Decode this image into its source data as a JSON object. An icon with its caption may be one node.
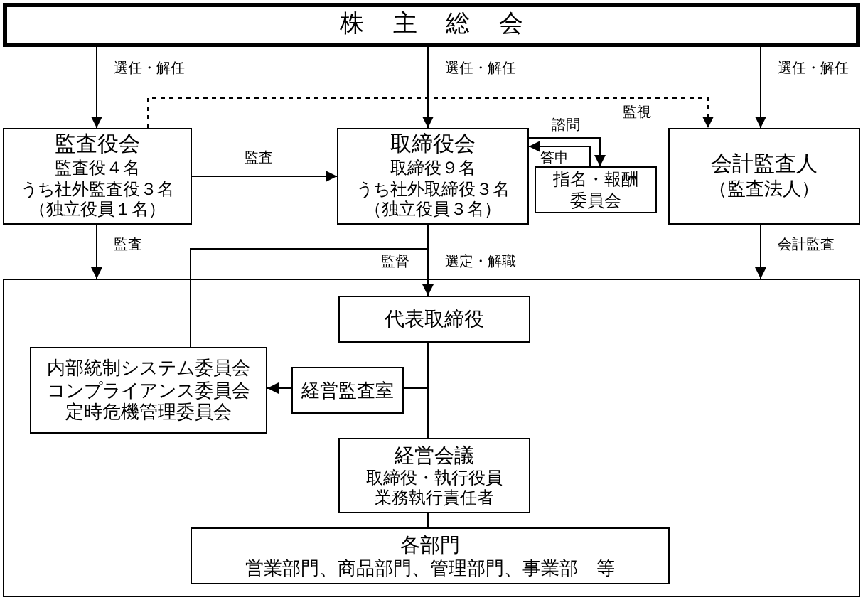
{
  "diagram": {
    "nodes": [
      {
        "text": [
          "株主総会"
        ]
      },
      {
        "text": [
          "監査役会",
          "監査役４名",
          "うち社外監査役３名",
          "（独立役員１名）"
        ]
      },
      {
        "text": [
          "取締役会",
          "取締役９名",
          "うち社外取締役３名",
          "（独立役員３名）"
        ]
      },
      {
        "text": [
          "指名・報酬委員会"
        ]
      },
      {
        "text": [
          "会計監査人",
          "（監査法人）"
        ]
      },
      {
        "text": [],
        "shape": "box"
      },
      {
        "text": [
          "代表取締役"
        ],
        "in": 5
      },
      {
        "text": [
          "内部統制システム委員会",
          "コンプライアンス委員会",
          "定時危機管理委員会"
        ],
        "in": 5
      },
      {
        "text": [
          "経営監査室"
        ],
        "in": 5
      },
      {
        "text": [
          "経営会議",
          "取締役・執行役員",
          "業務執行責任者"
        ],
        "in": 5
      },
      {
        "text": [
          "各部門",
          "営業部門、商品部門、管理部門、事業部　等"
        ],
        "in": 5
      }
    ],
    "edges": [
      {
        "from": 0,
        "to": 1,
        "arrow": "to",
        "label": "選任・解任"
      },
      {
        "from": 0,
        "to": 2,
        "arrow": "to",
        "label": "選任・解任"
      },
      {
        "from": 0,
        "to": 4,
        "arrow": "to",
        "label": "選任・解任"
      },
      {
        "from": 1,
        "to": 4,
        "arrow": "to",
        "label": "監視",
        "style": "dashed"
      },
      {
        "from": 1,
        "to": 2,
        "arrow": "to",
        "label": "監査"
      },
      {
        "from": 2,
        "to": 3,
        "arrow": "to",
        "label": "諮問"
      },
      {
        "from": 3,
        "to": 2,
        "arrow": "to",
        "label": "答申"
      },
      {
        "from": 1,
        "to": 5,
        "arrow": "to",
        "label": "監査"
      },
      {
        "from": 4,
        "to": 5,
        "arrow": "to",
        "label": "会計監査"
      },
      {
        "from": 2,
        "to": 6,
        "arrow": "to",
        "label": "選定・解職"
      },
      {
        "from": 2,
        "to": 7,
        "arrow": "none",
        "label": "監督"
      },
      {
        "from": 6,
        "to": 9,
        "arrow": "none"
      },
      {
        "from": 6,
        "to": 8,
        "arrow": "none"
      },
      {
        "from": 8,
        "to": 7,
        "arrow": "to"
      },
      {
        "from": 9,
        "to": 10,
        "arrow": "none"
      }
    ]
  }
}
